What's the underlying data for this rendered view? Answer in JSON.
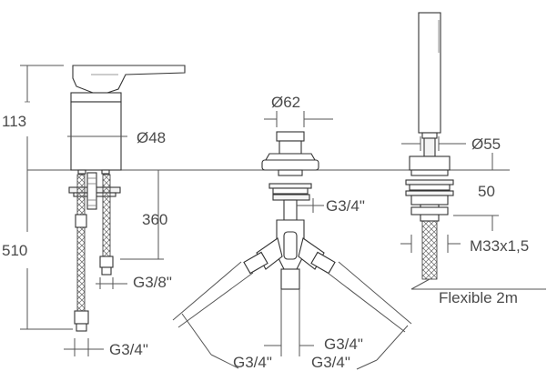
{
  "labels": {
    "d113": "113",
    "d510": "510",
    "d360": "360",
    "d48": "Ø48",
    "d62": "Ø62",
    "d55": "Ø55",
    "d50": "50",
    "g34_stem": "G3/4\"",
    "g38": "G3/8\"",
    "g34_mixer": "G3/4\"",
    "g34_low_left": "G3/4\"",
    "g34_low_mid": "G3/4\"",
    "g34_low_right": "G3/4\"",
    "m33": "M33x1,5",
    "flexible": "Flexible 2m"
  }
}
